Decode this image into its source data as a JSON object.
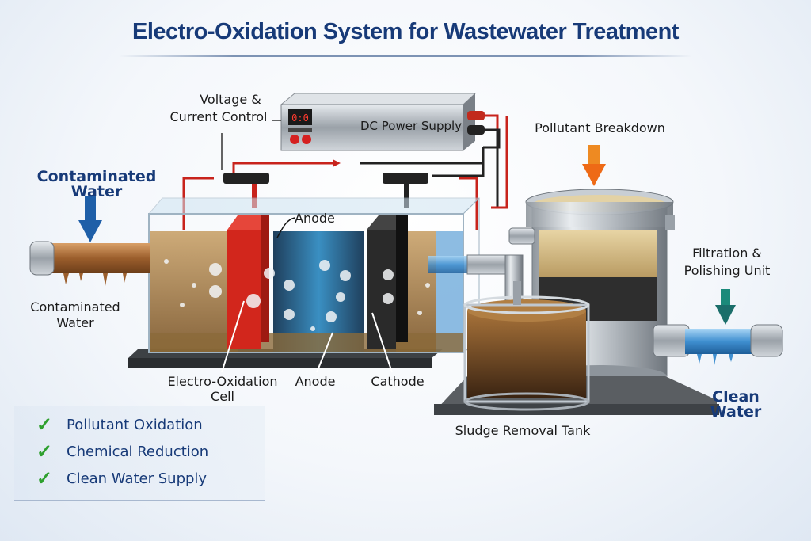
{
  "title": "Electro-Oxidation System for Wastewater Treatment",
  "power_supply": {
    "label": "DC Power Supply",
    "display_readout": "0:0",
    "control_label_line1": "Voltage &",
    "control_label_line2": "Current Control"
  },
  "labels": {
    "contaminated_water_heading": "Contaminated Water",
    "contaminated_water_line1": "Contaminated",
    "contaminated_water_line2": "Water",
    "anode_top": "Anode",
    "electro_oxidation_cell": "Electro-Oxidation Cell",
    "anode_bottom": "Anode",
    "cathode": "Cathode",
    "pollutant_breakdown": "Pollutant Breakdown",
    "filtration_line1": "Filtration &",
    "filtration_line2": "Polishing Unit",
    "clean_water": "Clean Water",
    "sludge_tank": "Sludge Removal Tank"
  },
  "benefits": [
    {
      "icon": "checkmark-icon",
      "text": "Pollutant Oxidation"
    },
    {
      "icon": "checkmark-icon",
      "text": "Chemical Reduction"
    },
    {
      "icon": "checkmark-icon",
      "text": "Clean Water Supply"
    }
  ],
  "colors": {
    "title": "#173a78",
    "anode": "#d2261c",
    "cathode": "#2a2a2a",
    "wire": "#c8231c",
    "arrow_in": "#1f5fa8",
    "arrow_breakdown": "#ee6a16",
    "arrow_clean": "#1b7a6e",
    "check": "#2ea02e"
  }
}
